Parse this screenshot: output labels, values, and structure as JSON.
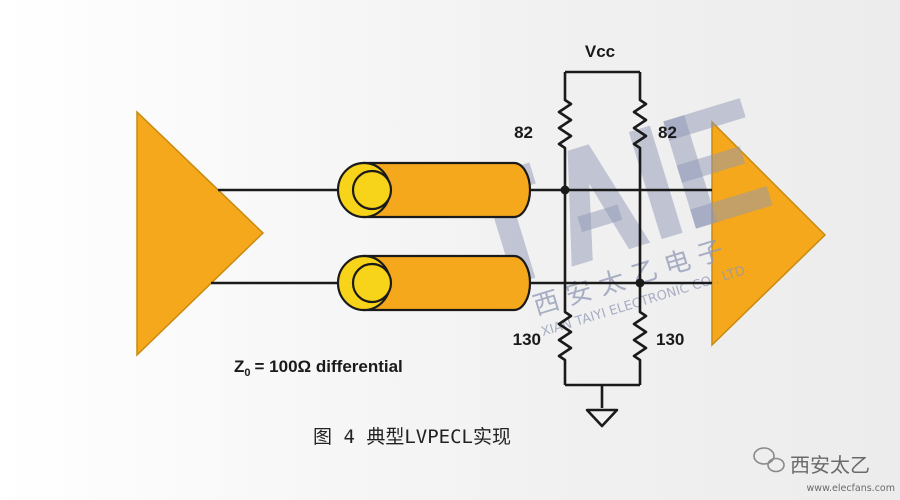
{
  "labels": {
    "vcc": "Vcc",
    "r_top_left": "82",
    "r_top_right": "82",
    "r_bottom_left": "130",
    "r_bottom_right": "130",
    "impedance": {
      "symbol": "Z",
      "subscript": "0",
      "value": "= 100Ω differential"
    },
    "caption": "图 4 典型LVPECL实现"
  },
  "watermark": {
    "chinese": "西 安 太 乙 电 子",
    "english": "XIAN TAIYI ELECTRONIC CO., LTD"
  },
  "corner_mark": {
    "name": "西安太乙",
    "site": "www.elecfans.com",
    "icon": "wechat-icon"
  },
  "colors": {
    "orange": "#f5a81b",
    "yellow": "#f7d31a",
    "ink": "#1a1a1a",
    "mark": "#8f98b5"
  }
}
